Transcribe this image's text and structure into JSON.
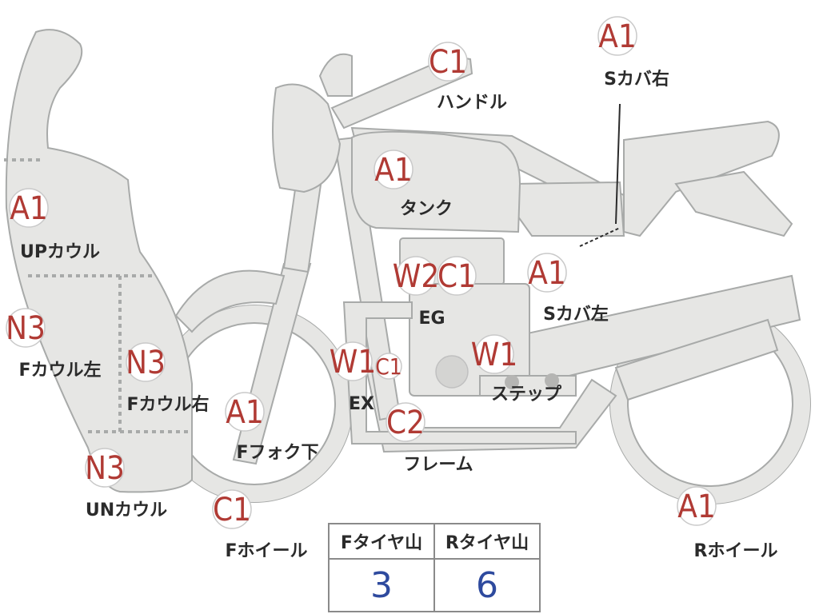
{
  "parts": [
    {
      "id": "up-cowl",
      "code": "A1",
      "label": "UPカウル"
    },
    {
      "id": "f-cowl-left",
      "code": "N3",
      "label": "Fカウル左"
    },
    {
      "id": "f-cowl-right",
      "code": "N3",
      "label": "Fカウル右"
    },
    {
      "id": "un-cowl",
      "code": "N3",
      "label": "UNカウル"
    },
    {
      "id": "f-fork",
      "code": "A1",
      "label": "Fフォク下"
    },
    {
      "id": "f-wheel",
      "code": "C1",
      "label": "Fホイール"
    },
    {
      "id": "handle",
      "code": "C1",
      "label": "ハンドル"
    },
    {
      "id": "tank",
      "code": "A1",
      "label": "タンク"
    },
    {
      "id": "eg",
      "code_a": "W2",
      "code_b": "C1",
      "label": "EG"
    },
    {
      "id": "ex",
      "code_a": "W1",
      "code_b": "C1",
      "label": "EX"
    },
    {
      "id": "frame",
      "code": "C2",
      "label": "フレーム"
    },
    {
      "id": "step",
      "code": "W1",
      "label": "ステップ"
    },
    {
      "id": "s-cover-left",
      "code": "A1",
      "label": "Sカバ左"
    },
    {
      "id": "s-cover-right",
      "code": "A1",
      "label": "Sカバ右"
    },
    {
      "id": "r-wheel",
      "code": "A1",
      "label": "Rホイール"
    }
  ],
  "tire_table": {
    "front_label": "Fタイヤ山",
    "front_value": "3",
    "rear_label": "Rタイヤ山",
    "rear_value": "6"
  },
  "colors": {
    "code": "#b03a34",
    "value": "#2e4a9e",
    "part_fill": "#e6e6e4"
  }
}
